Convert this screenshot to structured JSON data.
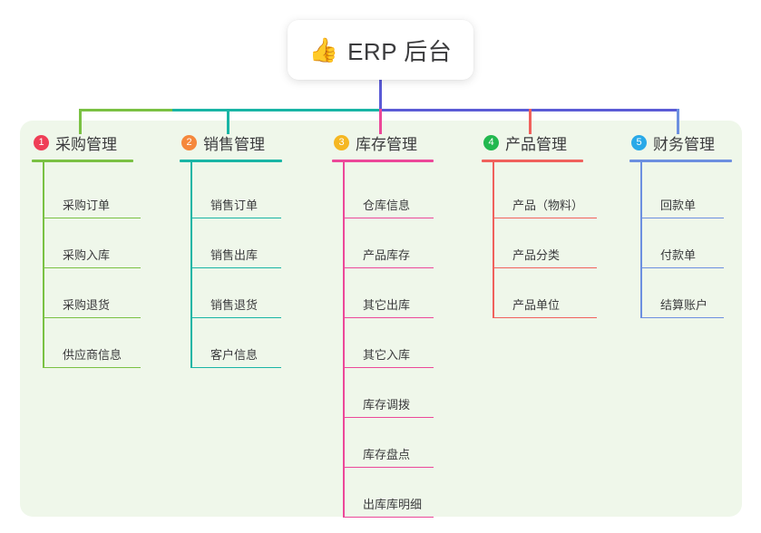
{
  "root": {
    "icon": "thumbs-up-icon",
    "emoji": "👍",
    "title": "ERP 后台"
  },
  "colors": {
    "panel_bg": "#eff7ea",
    "card_bg": "#ffffff",
    "text": "#3b3b3d",
    "bus_left_green": "#7ac143",
    "bus_teal": "#19b5a5",
    "bus_indigo": "#5b5bd6",
    "col1": "#7ac143",
    "col2": "#19b5a5",
    "col3": "#ec4899",
    "col4": "#f0615c",
    "col5": "#6c8fe0",
    "badge1": "#ef3e56",
    "badge2": "#f5883c",
    "badge3": "#f5b722",
    "badge4": "#22b84f",
    "badge5": "#29a9e8"
  },
  "columns": [
    {
      "index": "1",
      "title": "采购管理",
      "badge_color": "#ef3e56",
      "line_color": "#7ac143",
      "items": [
        "采购订单",
        "采购入库",
        "采购退货",
        "供应商信息"
      ]
    },
    {
      "index": "2",
      "title": "销售管理",
      "badge_color": "#f5883c",
      "line_color": "#19b5a5",
      "items": [
        "销售订单",
        "销售出库",
        "销售退货",
        "客户信息"
      ]
    },
    {
      "index": "3",
      "title": "库存管理",
      "badge_color": "#f5b722",
      "line_color": "#ec4899",
      "items": [
        "仓库信息",
        "产品库存",
        "其它出库",
        "其它入库",
        "库存调拨",
        "库存盘点",
        "出库库明细"
      ]
    },
    {
      "index": "4",
      "title": "产品管理",
      "badge_color": "#22b84f",
      "line_color": "#f0615c",
      "items": [
        "产品（物料）",
        "产品分类",
        "产品单位"
      ]
    },
    {
      "index": "5",
      "title": "财务管理",
      "badge_color": "#29a9e8",
      "line_color": "#6c8fe0",
      "items": [
        "回款单",
        "付款单",
        "结算账户"
      ]
    }
  ]
}
